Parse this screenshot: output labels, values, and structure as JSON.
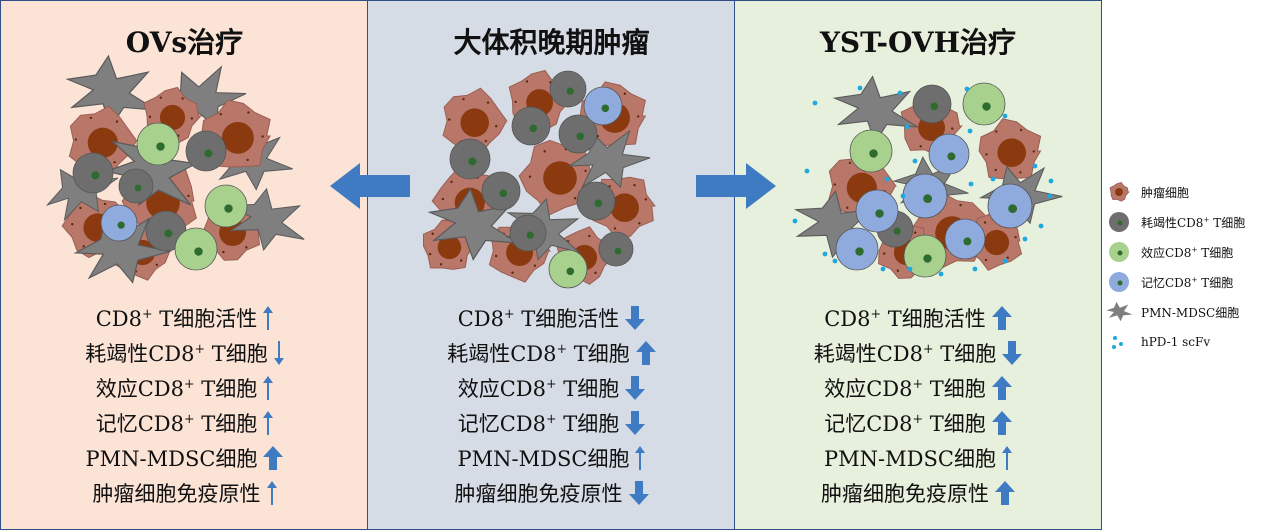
{
  "panels": {
    "left": {
      "title": "OVs治疗",
      "rows": [
        {
          "pre": "CD8",
          "sup": "+",
          "post": " T细胞活性",
          "dir": "up",
          "weight": "thin"
        },
        {
          "pre": "耗竭性CD8",
          "sup": "+",
          "post": " T细胞",
          "dir": "down",
          "weight": "thin"
        },
        {
          "pre": "效应CD8",
          "sup": "+",
          "post": " T细胞",
          "dir": "up",
          "weight": "thin"
        },
        {
          "pre": "记忆CD8",
          "sup": "+",
          "post": " T细胞",
          "dir": "up",
          "weight": "thin"
        },
        {
          "pre": "PMN-MDSC细胞",
          "sup": "",
          "post": "",
          "dir": "up",
          "weight": "bold"
        },
        {
          "pre": "肿瘤细胞免疫原性",
          "sup": "",
          "post": "",
          "dir": "up",
          "weight": "thin"
        }
      ]
    },
    "middle": {
      "title": "大体积晚期肿瘤",
      "rows": [
        {
          "pre": "CD8",
          "sup": "+",
          "post": " T细胞活性",
          "dir": "down",
          "weight": "bold"
        },
        {
          "pre": "耗竭性CD8",
          "sup": "+",
          "post": " T细胞",
          "dir": "up",
          "weight": "bold"
        },
        {
          "pre": "效应CD8",
          "sup": "+",
          "post": " T细胞",
          "dir": "down",
          "weight": "bold"
        },
        {
          "pre": "记忆CD8",
          "sup": "+",
          "post": " T细胞",
          "dir": "down",
          "weight": "bold"
        },
        {
          "pre": "PMN-MDSC细胞",
          "sup": "",
          "post": "",
          "dir": "up",
          "weight": "thin"
        },
        {
          "pre": "肿瘤细胞免疫原性",
          "sup": "",
          "post": "",
          "dir": "down",
          "weight": "bold"
        }
      ]
    },
    "right": {
      "title": "YST-OVH治疗",
      "rows": [
        {
          "pre": "CD8",
          "sup": "+",
          "post": " T细胞活性",
          "dir": "up",
          "weight": "bold"
        },
        {
          "pre": "耗竭性CD8",
          "sup": "+",
          "post": " T细胞",
          "dir": "down",
          "weight": "bold"
        },
        {
          "pre": "效应CD8",
          "sup": "+",
          "post": " T细胞",
          "dir": "up",
          "weight": "bold"
        },
        {
          "pre": "记忆CD8",
          "sup": "+",
          "post": " T细胞",
          "dir": "up",
          "weight": "bold"
        },
        {
          "pre": "PMN-MDSC细胞",
          "sup": "",
          "post": "",
          "dir": "up",
          "weight": "thin"
        },
        {
          "pre": "肿瘤细胞免疫原性",
          "sup": "",
          "post": "",
          "dir": "up",
          "weight": "bold"
        }
      ]
    }
  },
  "legend": [
    {
      "name": "tumor-cell",
      "pre": "肿瘤细胞",
      "sup": "",
      "post": ""
    },
    {
      "name": "exhausted-cd8",
      "pre": "耗竭性CD8",
      "sup": "+",
      "post": " T细胞"
    },
    {
      "name": "effector-cd8",
      "pre": "效应CD8",
      "sup": "+",
      "post": " T细胞"
    },
    {
      "name": "memory-cd8",
      "pre": "记忆CD8",
      "sup": "+",
      "post": " T细胞"
    },
    {
      "name": "pmn-mdsc",
      "pre": "PMN-MDSC细胞",
      "sup": "",
      "post": ""
    },
    {
      "name": "hpd1-scfv",
      "pre": "hPD-1 scFv",
      "sup": "",
      "post": ""
    }
  ],
  "colors": {
    "tumor": "#b9776a",
    "tumor_nucleus": "#8b3a0f",
    "exhausted": "#6e6e6e",
    "effector": "#a9d18e",
    "memory": "#8faadc",
    "mdsc": "#7f7f7f",
    "scfv": "#1fa8df",
    "arrow": "#3f7bc2",
    "panel_border": "#2f4f86",
    "cell_dot": "#2e6b2e"
  }
}
